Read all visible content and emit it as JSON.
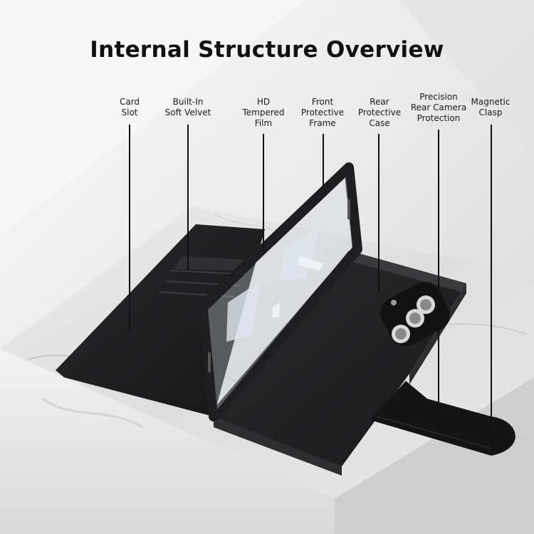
{
  "title": "Internal Structure Overview",
  "callouts": [
    {
      "id": "card-slot",
      "lines": [
        "Card",
        "Slot"
      ]
    },
    {
      "id": "soft-velvet",
      "lines": [
        "Built-In",
        "Soft Velvet"
      ]
    },
    {
      "id": "tempered-film",
      "lines": [
        "HD",
        "Tempered",
        "Film"
      ]
    },
    {
      "id": "front-frame",
      "lines": [
        "Front",
        "Protective",
        "Frame"
      ]
    },
    {
      "id": "rear-case",
      "lines": [
        "Rear",
        "Protective",
        "Case"
      ]
    },
    {
      "id": "camera-protection",
      "lines": [
        "Precision",
        "Rear Camera",
        "Protection"
      ]
    },
    {
      "id": "magnetic-clasp",
      "lines": [
        "Magnetic",
        "Clasp"
      ]
    }
  ],
  "colors": {
    "background": "#f2f2f2",
    "case": "#1c1c1e",
    "frame": "#222224",
    "marble": "#e4e4e4",
    "text": "#111111"
  }
}
